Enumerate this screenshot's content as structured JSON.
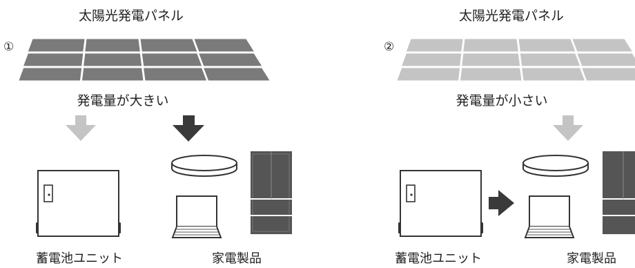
{
  "panels": [
    {
      "number": "①",
      "panel_title": "太陽光発電パネル",
      "generation_text": "発電量が大きい",
      "battery_label": "蓄電池ユニット",
      "appliances_label": "家電製品"
    },
    {
      "number": "②",
      "panel_title": "太陽光発電パネル",
      "generation_text": "発電量が小さい",
      "battery_label": "蓄電池ユニット",
      "appliances_label": "家電製品"
    }
  ],
  "colors": {
    "panel_dark": "#7a7a7a",
    "panel_light": "#c4c4c4",
    "arrow_dark": "#3a3a3a",
    "arrow_light": "#c4c4c4",
    "outline": "#333333",
    "fridge": "#555555"
  }
}
